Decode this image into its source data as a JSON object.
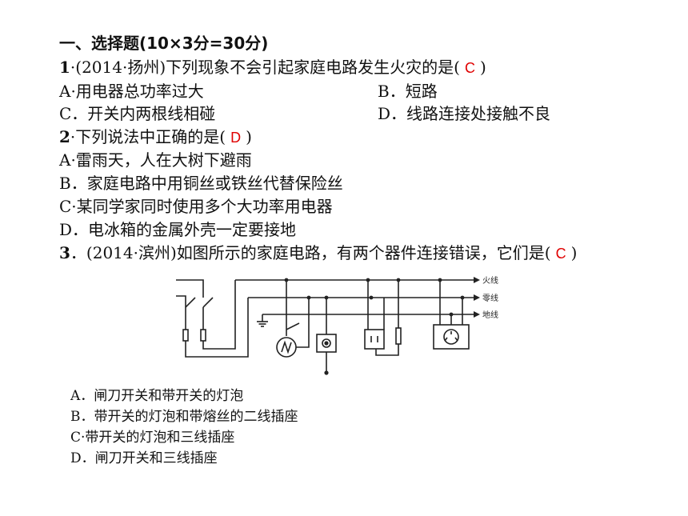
{
  "heading": "一、选择题(10×3分=30分)",
  "q1": {
    "num": "1",
    "text": "·(2014·扬州)下列现象不会引起家庭电路发生火灾的是(",
    "answer": "C",
    "close": ")",
    "opts": [
      "A·用电器总功率过大",
      "B．短路",
      "C．开关内两根线相碰",
      "D．线路连接处接触不良"
    ]
  },
  "q2": {
    "num": "2",
    "text": "·下列说法中正确的是(",
    "answer": "D",
    "close": ")",
    "opts": [
      "A·雷雨天，人在大树下避雨",
      "B．家庭电路中用铜丝或铁丝代替保险丝",
      "C·某同学家同时使用多个大功率用电器",
      "D．电冰箱的金属外壳一定要接地"
    ]
  },
  "q3": {
    "num": "3",
    "text": "．(2014·滨州)如图所示的家庭电路，有两个器件连接错误，它们是(",
    "answer": "C",
    "close": ")",
    "wire_labels": [
      "火线",
      "零线",
      "地线"
    ],
    "opts": [
      "A．闸刀开关和带开关的灯泡",
      "B．带开关的灯泡和带熔丝的二线插座",
      "C·带开关的灯泡和三线插座",
      "D．闸刀开关和三线插座"
    ]
  }
}
